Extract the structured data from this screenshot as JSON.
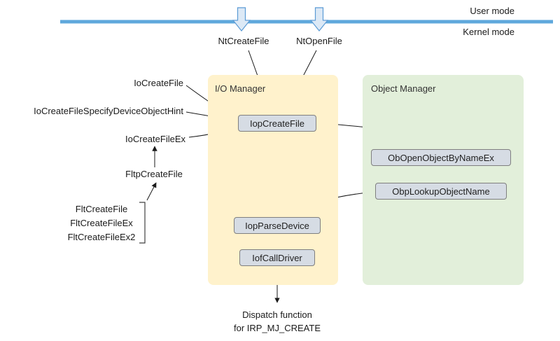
{
  "modes": {
    "user_mode": "User mode",
    "kernel_mode": "Kernel mode"
  },
  "syscalls": {
    "nt_create_file": "NtCreateFile",
    "nt_open_file": "NtOpenFile"
  },
  "regions": {
    "io_manager": {
      "label": "I/O Manager",
      "fill": "#FFF2CC"
    },
    "object_manager": {
      "label": "Object Manager",
      "fill": "#E2EFDA"
    }
  },
  "nodes": {
    "iop_create_file": "IopCreateFile",
    "ob_open_object_by_name_ex": "ObOpenObjectByNameEx",
    "obp_lookup_object_name": "ObpLookupObjectName",
    "iop_parse_device": "IopParseDevice",
    "iof_call_driver": "IofCallDriver"
  },
  "callers": {
    "io_create_file": "IoCreateFile",
    "io_create_file_specify_device_object_hint": "IoCreateFileSpecifyDeviceObjectHint",
    "io_create_file_ex": "IoCreateFileEx",
    "fltp_create_file": "FltpCreateFile",
    "flt_create_file": "FltCreateFile",
    "flt_create_file_ex": "FltCreateFileEx",
    "flt_create_file_ex2": "FltCreateFileEx2"
  },
  "output": {
    "line1": "Dispatch function",
    "line2": "for IRP_MJ_CREATE"
  },
  "colors": {
    "mode_boundary_line": "#5FA8DC",
    "mode_arrow_fill": "#DCE9F6",
    "mode_arrow_stroke": "#5B9BD5",
    "node_fill": "#D6DCE4",
    "node_border": "#7F7F7F",
    "flow_arrow": "#1a1a1a"
  }
}
